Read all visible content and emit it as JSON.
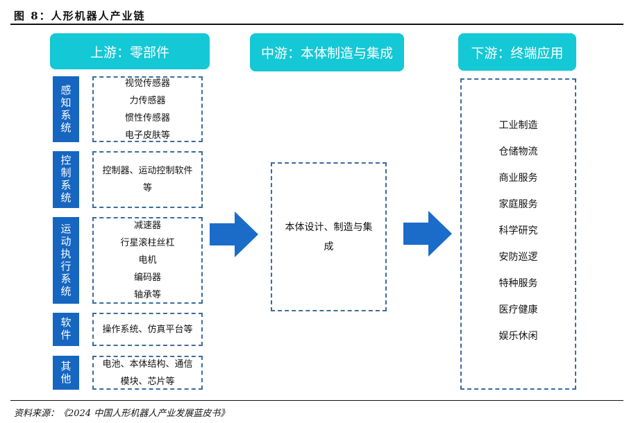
{
  "title": "图 8：人形机器人产业链",
  "headers": {
    "upstream": "上游：零部件",
    "midstream": "中游：本体制造与集成",
    "downstream": "下游：终端应用"
  },
  "upstream": [
    {
      "category": "感知系统",
      "items": [
        "视觉传感器",
        "力传感器",
        "惯性传感器",
        "电子皮肤等"
      ]
    },
    {
      "category": "控制系统",
      "items": [
        "控制器、运动控制软件",
        "等"
      ]
    },
    {
      "category": "运动执行系统",
      "items": [
        "减速器",
        "行星滚柱丝杠",
        "电机",
        "编码器",
        "轴承等"
      ]
    },
    {
      "category": "软件",
      "items": [
        "操作系统、仿真平台等"
      ]
    },
    {
      "category": "其他",
      "items": [
        "电池、本体结构、通信",
        "模块、芯片等"
      ]
    }
  ],
  "midstream": {
    "items": [
      "本体设计、制造与集",
      "成"
    ]
  },
  "downstream": {
    "items": [
      "工业制造",
      "仓储物流",
      "商业服务",
      "家庭服务",
      "科学研究",
      "安防巡逻",
      "特种服务",
      "医疗健康",
      "娱乐休闲"
    ]
  },
  "source": "资料来源：《2024 中国人形机器人产业发展蓝皮书》",
  "colors": {
    "header": "#14C8D6",
    "category": "#1666C1",
    "arrow": "#1A6CC8",
    "dash": "#3A6B9C"
  }
}
